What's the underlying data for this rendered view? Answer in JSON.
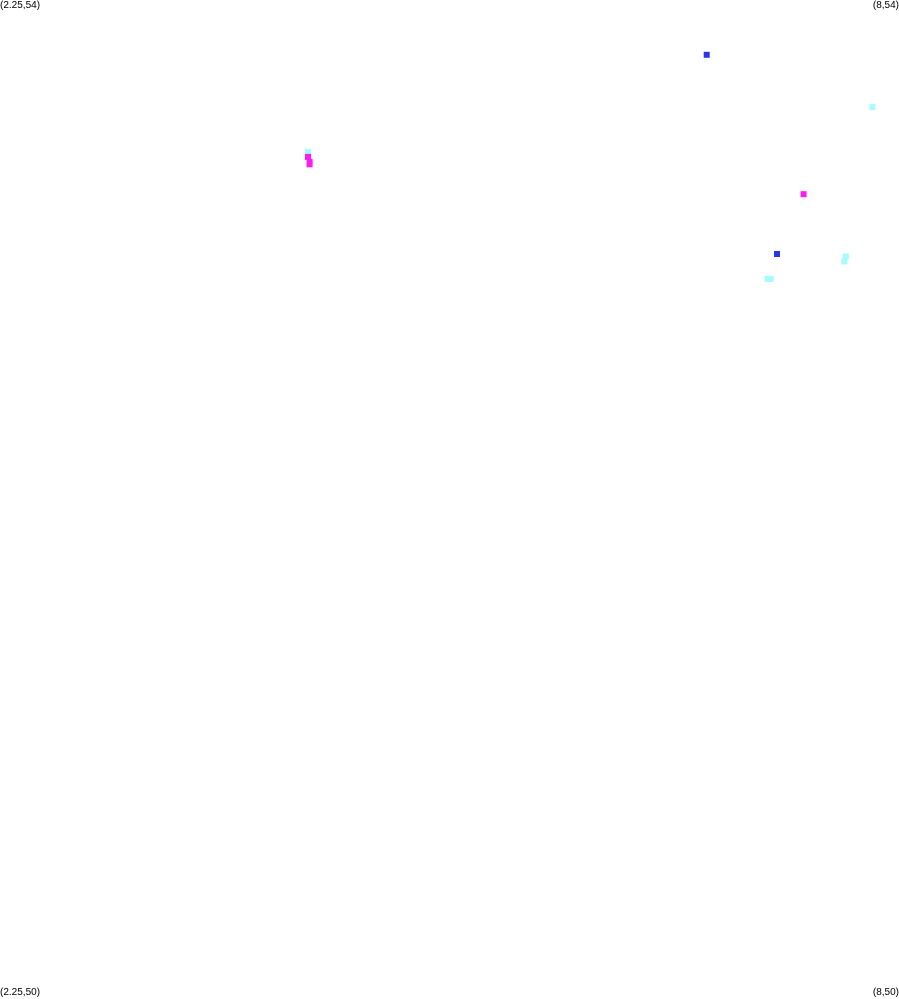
{
  "chart_data": {
    "type": "scatter",
    "xlim": [
      2.25,
      8
    ],
    "ylim": [
      50,
      54
    ],
    "grid": false,
    "corner_labels": {
      "top_left": "(2.25,54)",
      "top_right": "(8,54)",
      "bottom_left": "(2.25,50)",
      "bottom_right": "(8,50)"
    },
    "series": [
      {
        "color": "#2a35e8",
        "points": [
          {
            "x": 6.77,
            "y": 53.78
          },
          {
            "x": 7.22,
            "y": 52.98
          }
        ]
      },
      {
        "color": "#a6fbff",
        "points": [
          {
            "x": 4.22,
            "y": 53.39
          },
          {
            "x": 7.83,
            "y": 53.57
          },
          {
            "x": 7.66,
            "y": 52.97
          },
          {
            "x": 7.65,
            "y": 52.95
          },
          {
            "x": 7.16,
            "y": 52.88
          },
          {
            "x": 7.18,
            "y": 52.88
          }
        ]
      },
      {
        "color": "#ff19f2",
        "points": [
          {
            "x": 4.22,
            "y": 53.37
          },
          {
            "x": 4.23,
            "y": 53.35
          },
          {
            "x": 4.23,
            "y": 53.34
          },
          {
            "x": 7.39,
            "y": 53.22
          }
        ]
      }
    ]
  }
}
